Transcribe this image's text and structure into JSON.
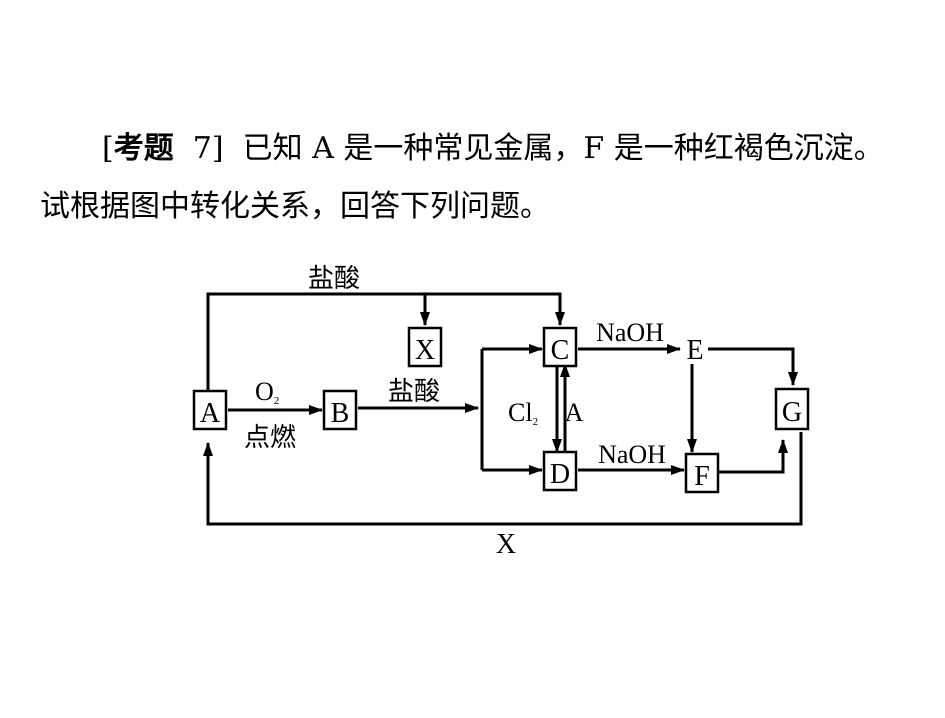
{
  "question": {
    "open_bracket": "[",
    "tag": "考题",
    "number": "7]",
    "line1_rest": "已知 A 是一种常见金属，F 是一种红褐色沉淀。",
    "line2": "试根据图中转化关系，回答下列问题。"
  },
  "diagram": {
    "nodes": {
      "A": "A",
      "B": "B",
      "C": "C",
      "D": "D",
      "E": "E",
      "F": "F",
      "G": "G",
      "X": "X"
    },
    "edges": {
      "top_reagent": "盐酸",
      "a_to_b_top_main": "O",
      "a_to_b_top_sub": "2",
      "a_to_b_bottom": "点燃",
      "b_reagent": "盐酸",
      "c_to_d_main": "Cl",
      "c_to_d_sub": "2",
      "d_to_c": "A",
      "c_to_e": "NaOH",
      "d_to_f": "NaOH",
      "g_to_a": "X"
    }
  }
}
